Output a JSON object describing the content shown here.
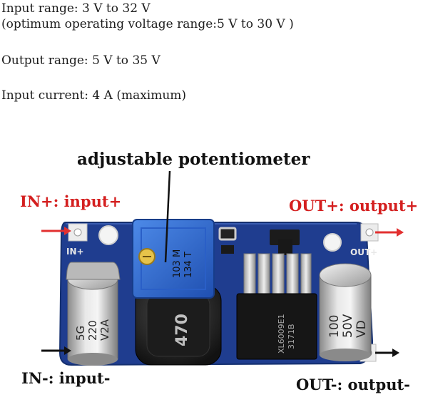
{
  "specs": {
    "input_range": "Input range: 3 V to 32 V",
    "optimum_range": "(optimum operating voltage range:5 V to 30 V )",
    "output_range": "Output range: 5 V to 35 V",
    "input_current": "Input current: 4 A (maximum)"
  },
  "callouts": {
    "potentiometer": "adjustable potentiometer",
    "in_plus": "IN+: input+",
    "out_plus": "OUT+: output+",
    "in_minus": "IN-: input-",
    "out_minus": "OUT-: output-"
  },
  "board": {
    "in_plus_pad": "IN+",
    "out_plus_pad": "OUT+",
    "pot_marking_1": "103 M",
    "pot_marking_2": "134 T",
    "inductor_marking": "470",
    "ic_marking_1": "XL6009E1",
    "ic_marking_2": "3171B",
    "cap_left_1": "5G",
    "cap_left_2": "220",
    "cap_left_3": "V2A",
    "cap_right_1": "100",
    "cap_right_2": "50V",
    "cap_right_3": "VD"
  },
  "colors": {
    "pcb": "#1f3d8f",
    "callout_red": "#d41f1f",
    "pot_blue": "#2f6fd6",
    "arrow_red": "#e23030"
  }
}
